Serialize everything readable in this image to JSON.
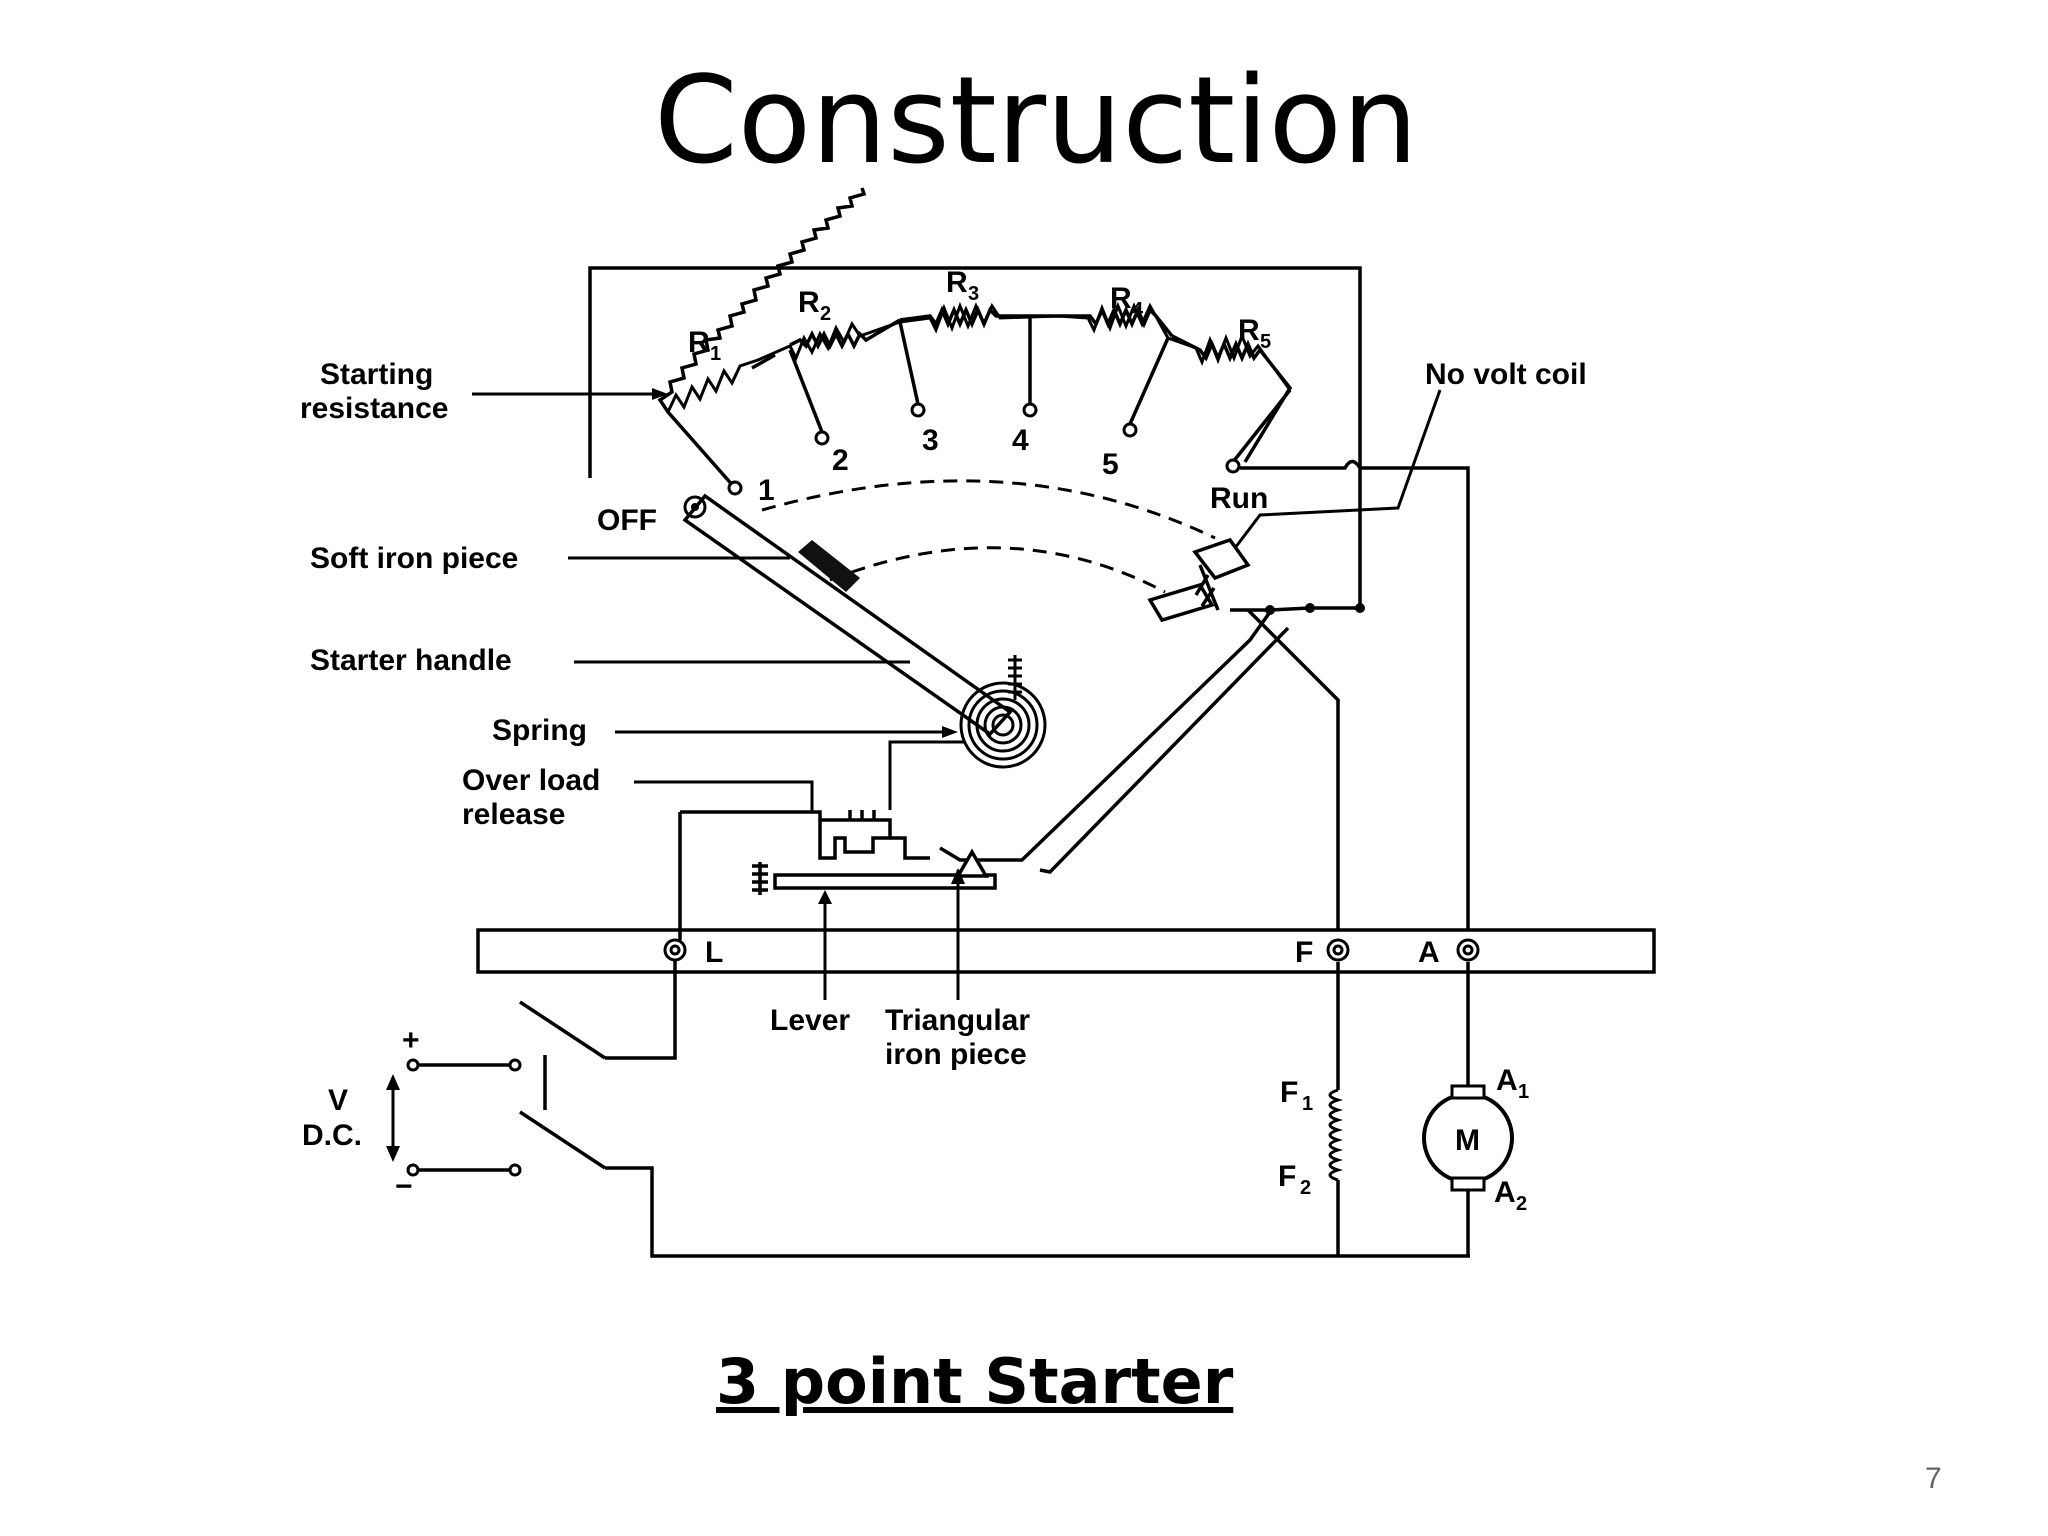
{
  "slide": {
    "title": "Construction",
    "caption": "3 point Starter",
    "page_number": "7"
  },
  "diagram": {
    "labels": {
      "starting_resistance": [
        "Starting",
        "resistance"
      ],
      "no_volt_coil": "No volt coil",
      "off": "OFF",
      "run": "Run",
      "soft_iron_piece": "Soft iron piece",
      "starter_handle": "Starter handle",
      "spring": "Spring",
      "over_load_release": [
        "Over load",
        "release"
      ],
      "lever": "Lever",
      "triangular_iron_piece": [
        "Triangular",
        "iron piece"
      ],
      "terminal_l": "L",
      "terminal_f": "F",
      "terminal_a": "A",
      "supply_v": "V",
      "supply_dc": "D.C.",
      "plus": "+",
      "minus": "−",
      "motor": "M"
    },
    "resistors": [
      {
        "letter": "R",
        "sub": "1"
      },
      {
        "letter": "R",
        "sub": "2"
      },
      {
        "letter": "R",
        "sub": "3"
      },
      {
        "letter": "R",
        "sub": "4"
      },
      {
        "letter": "R",
        "sub": "5"
      }
    ],
    "studs": [
      "1",
      "2",
      "3",
      "4",
      "5"
    ],
    "field_terminals": [
      {
        "letter": "F",
        "sub": "1"
      },
      {
        "letter": "F",
        "sub": "2"
      }
    ],
    "armature_terminals": [
      {
        "letter": "A",
        "sub": "1"
      },
      {
        "letter": "A",
        "sub": "2"
      }
    ]
  }
}
